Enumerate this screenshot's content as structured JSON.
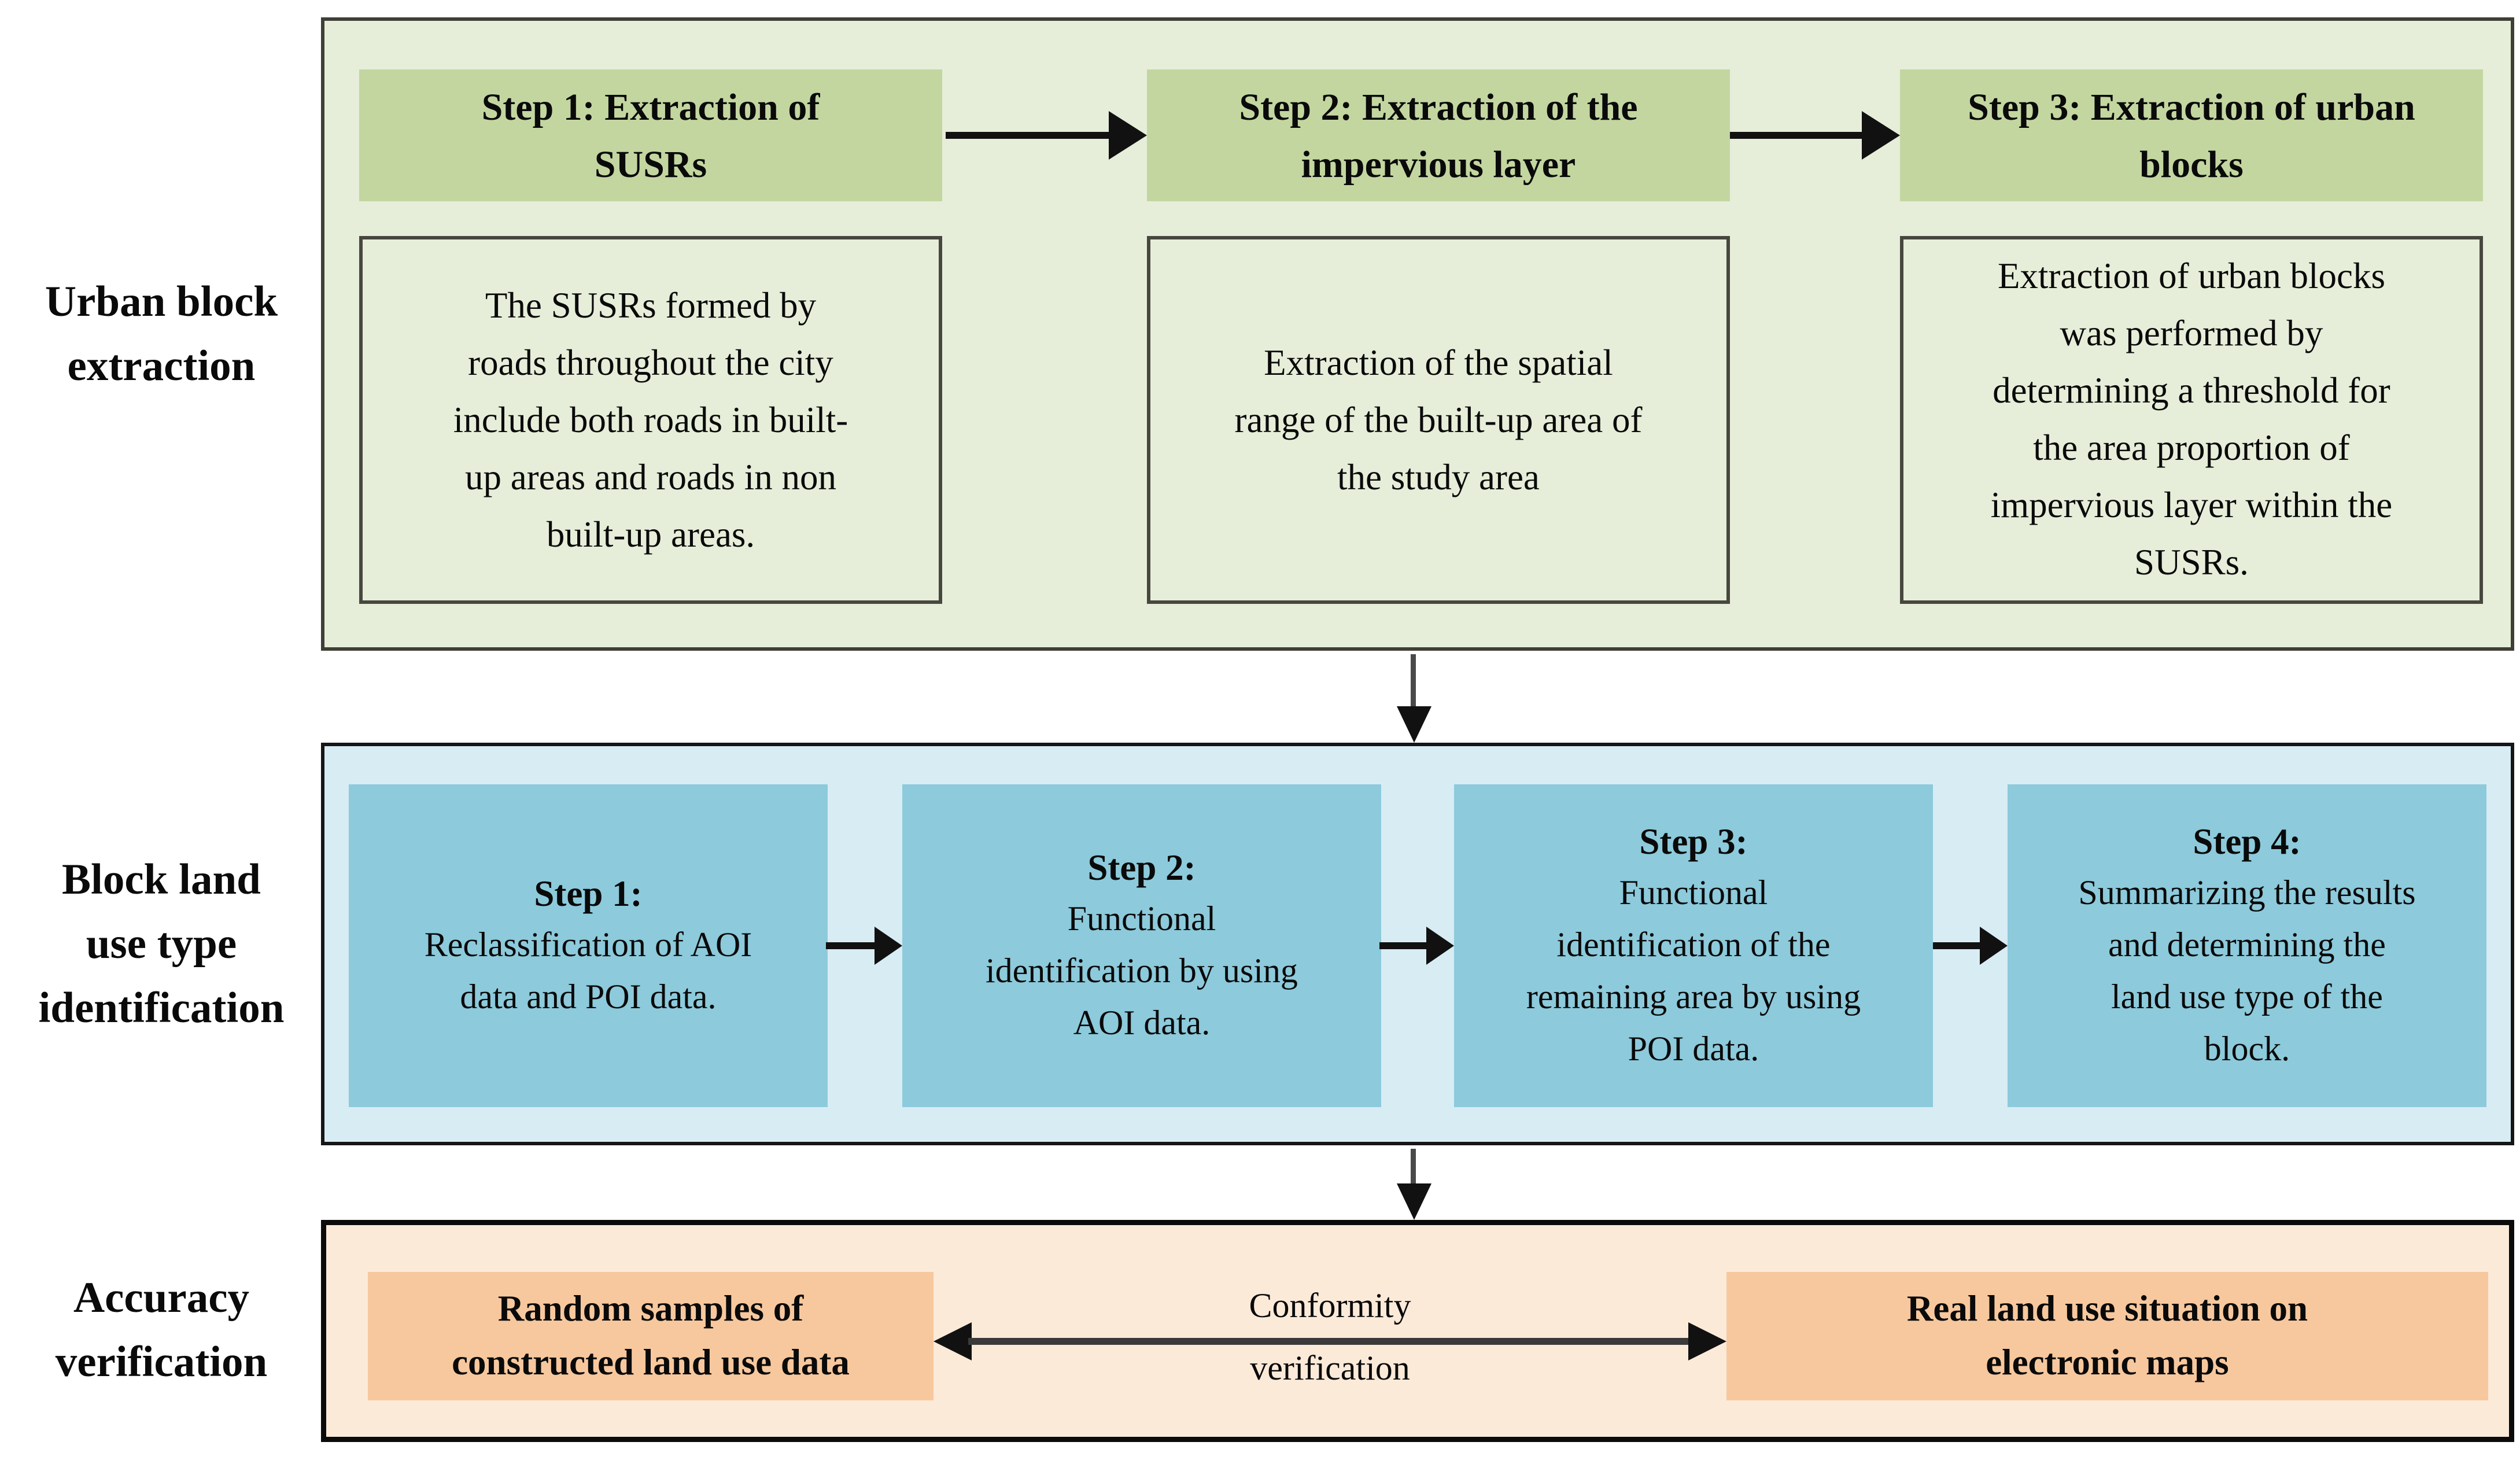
{
  "colors": {
    "green_panel_bg": "#e6eed9",
    "green_header_bg": "#c3d6a0",
    "blue_panel_bg": "#d8ecf4",
    "blue_box_bg": "#8dcadb",
    "orange_panel_bg": "#fcead9",
    "orange_box_bg": "#f7c89e",
    "arrow_color": "#111111",
    "text_color": "#0a0a0a"
  },
  "side_labels": [
    "Urban block\nextraction",
    "Block land\nuse type\nidentification",
    "Accuracy\nverification"
  ],
  "urban_row": {
    "steps": [
      {
        "header": "Step 1: Extraction of\nSUSRs",
        "body": "The SUSRs formed by\nroads throughout the city\ninclude both roads in built-\nup areas and roads in non\nbuilt-up areas."
      },
      {
        "header": "Step 2: Extraction of the\nimpervious layer",
        "body": "Extraction of the spatial\nrange of the built-up area of\nthe study area"
      },
      {
        "header": "Step 3: Extraction of urban\nblocks",
        "body": "Extraction of urban blocks\nwas performed by\ndetermining a threshold for\nthe area proportion of\nimpervious layer within the\nSUSRs."
      }
    ]
  },
  "landuse_row": {
    "steps": [
      {
        "title": "Step 1:",
        "body": "Reclassification of AOI\ndata and POI data."
      },
      {
        "title": "Step 2:",
        "body": "Functional\nidentification by using\nAOI data."
      },
      {
        "title": "Step 3:",
        "body": "Functional\nidentification of the\nremaining area by using\nPOI data."
      },
      {
        "title": "Step 4:",
        "body": "Summarizing the results\nand determining the\nland use type of the\nblock."
      }
    ]
  },
  "accuracy_row": {
    "left_box": "Random samples of\nconstructed land use data",
    "arrow_label": "Conformity\nverification",
    "right_box": "Real land use situation on\nelectronic maps"
  }
}
